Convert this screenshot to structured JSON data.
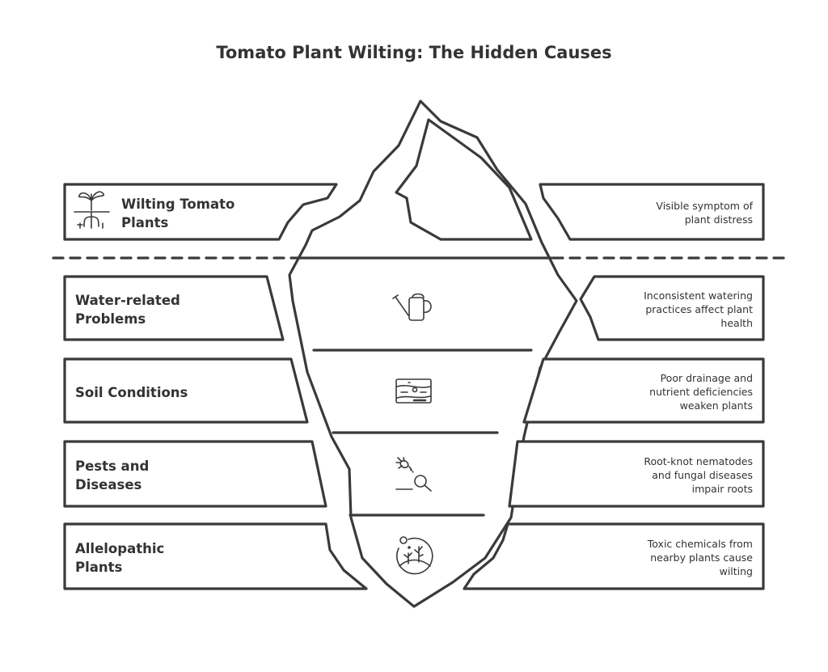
{
  "title": "Tomato Plant Wilting: The Hidden Causes",
  "layers": [
    {
      "label": [
        "Wilting Tomato",
        "Plants"
      ],
      "description": [
        "Visible symptom of",
        "plant distress"
      ],
      "icon": "plant-roots-icon"
    },
    {
      "label": [
        "Water-related",
        "Problems"
      ],
      "description": [
        "Inconsistent watering",
        "practices affect plant",
        "health"
      ],
      "icon": "watering-can-icon"
    },
    {
      "label": [
        "Soil Conditions"
      ],
      "description": [
        "Poor drainage and",
        "nutrient deficiencies",
        "weaken plants"
      ],
      "icon": "soil-layers-icon"
    },
    {
      "label": [
        "Pests and",
        "Diseases"
      ],
      "description": [
        "Root-knot nematodes",
        "and fungal diseases",
        "impair roots"
      ],
      "icon": "bug-magnifier-icon"
    },
    {
      "label": [
        "Allelopathic",
        "Plants"
      ],
      "description": [
        "Toxic chemicals from",
        "nearby plants cause",
        "wilting"
      ],
      "icon": "plants-circle-icon"
    }
  ],
  "colors": {
    "stroke": "#3a3a3a",
    "text": "#333333",
    "background": "#ffffff"
  }
}
